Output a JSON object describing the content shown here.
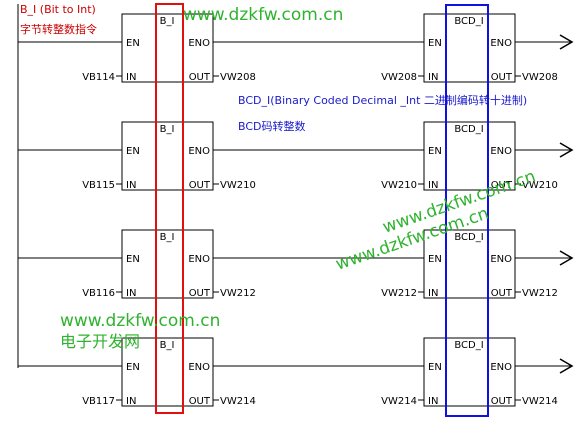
{
  "header": {
    "title": "B_I (Bit to Int)",
    "subtitle": "字节转整数指令"
  },
  "annotations": {
    "bcd_title": "BCD_I(Binary Coded Decimal _Int 二进制编码转十进制)",
    "bcd_subtitle": "BCD码转整数"
  },
  "watermarks": {
    "top": "www.dzkfw.com.cn",
    "diag1": "www.dzkfw.com.cn",
    "diag2": "www.dzkfw.com.cn",
    "left": "www.dzkfw.com.cn",
    "left_cn": "电子开发网"
  },
  "pins": {
    "en": "EN",
    "eno": "ENO",
    "in": "IN",
    "out": "OUT"
  },
  "rungs": [
    {
      "bi_label": "B_I",
      "bi_in": "VB114",
      "bi_out": "VW208",
      "bcd_label": "BCD_I",
      "bcd_in": "VW208",
      "bcd_out": "VW208"
    },
    {
      "bi_label": "B_I",
      "bi_in": "VB115",
      "bi_out": "VW210",
      "bcd_label": "BCD_I",
      "bcd_in": "VW210",
      "bcd_out": "VW210"
    },
    {
      "bi_label": "B_I",
      "bi_in": "VB116",
      "bi_out": "VW212",
      "bcd_label": "BCD_I",
      "bcd_in": "VW212",
      "bcd_out": "VW212"
    },
    {
      "bi_label": "B_I",
      "bi_in": "VB117",
      "bi_out": "VW214",
      "bcd_label": "BCD_I",
      "bcd_in": "VW214",
      "bcd_out": "VW214"
    }
  ],
  "colors": {
    "bi_highlight": "#e01010",
    "bcd_highlight": "#1010e0",
    "watermark": "#2fb32f",
    "annotation_red": "#cc0000",
    "annotation_blue": "#1a1acc"
  }
}
